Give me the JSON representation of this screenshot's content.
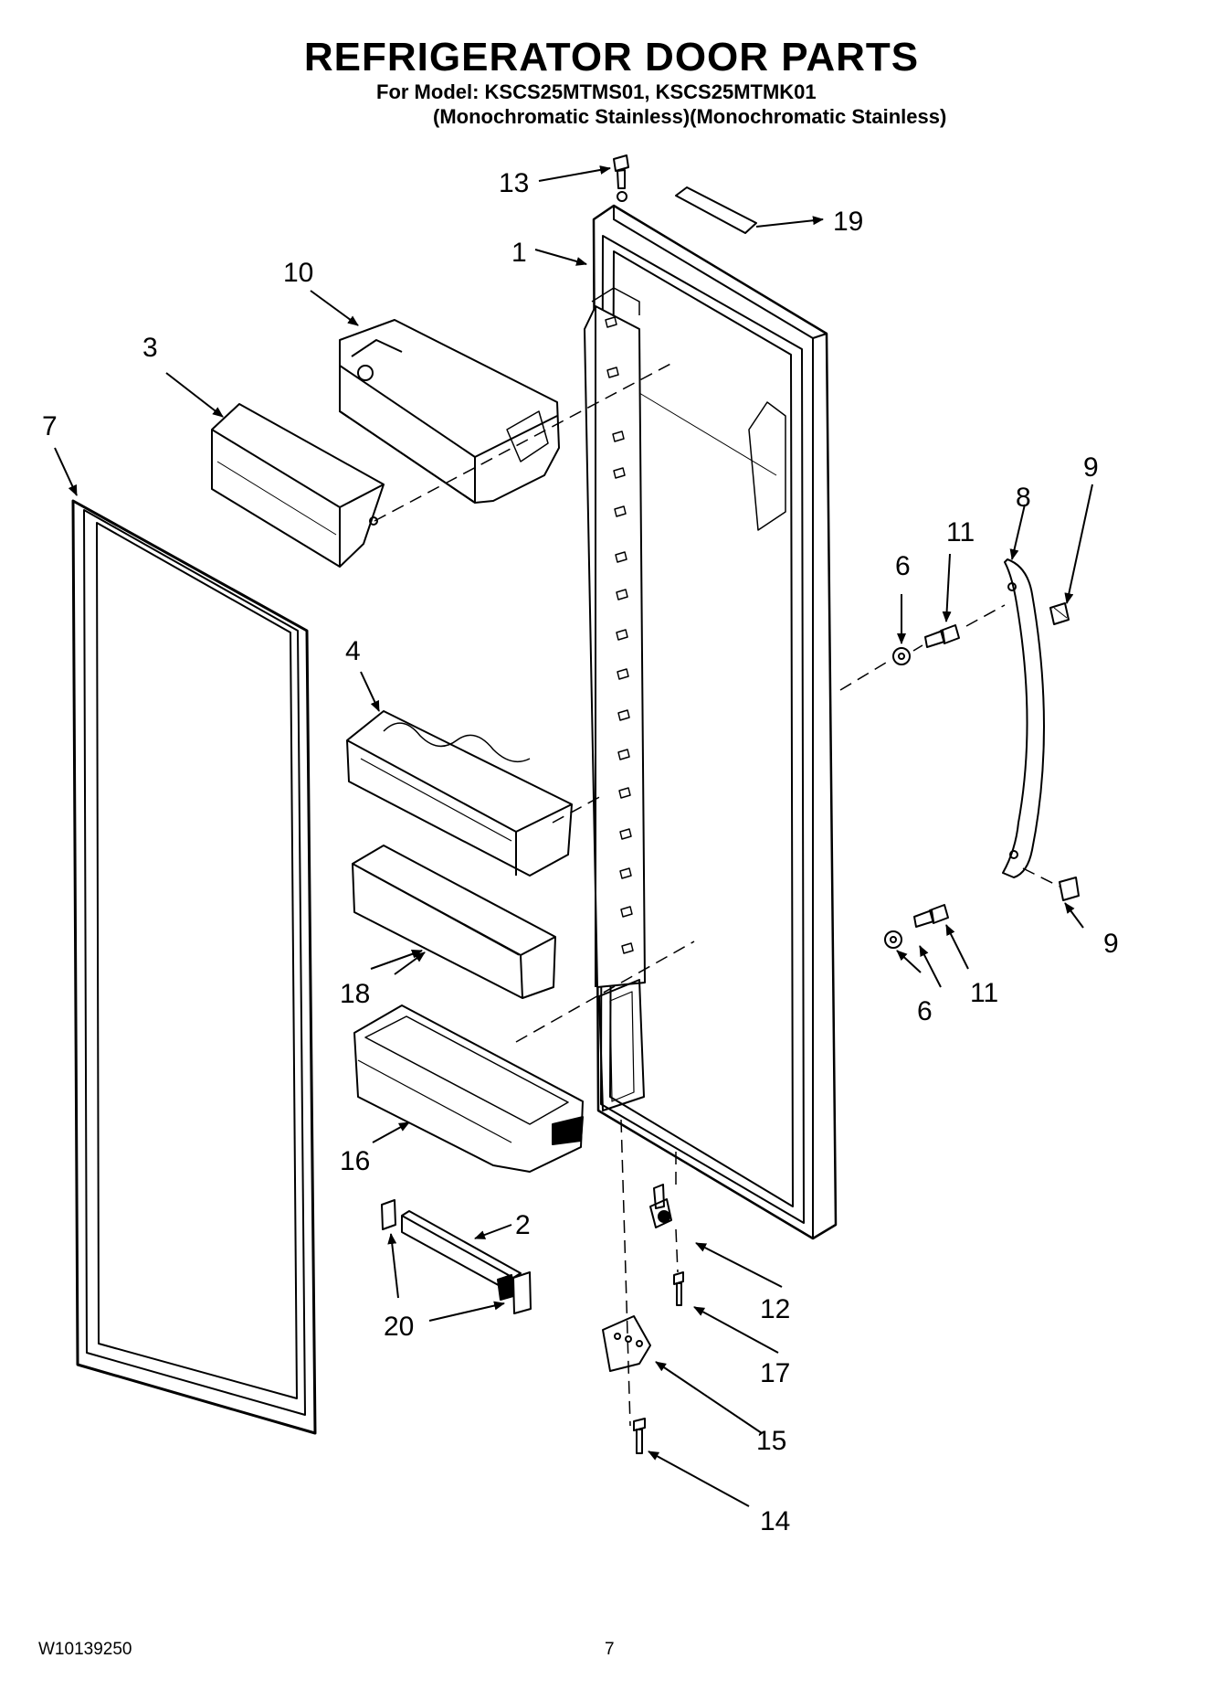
{
  "header": {
    "title": "REFRIGERATOR DOOR PARTS",
    "model_line": "For Model: KSCS25MTMS01, KSCS25MTMK01",
    "finish_line": "(Monochromatic Stainless)(Monochromatic Stainless)"
  },
  "callouts": {
    "c1": "1",
    "c2": "2",
    "c3": "3",
    "c4": "4",
    "c6a": "6",
    "c6b": "6",
    "c7": "7",
    "c8": "8",
    "c9a": "9",
    "c9b": "9",
    "c10": "10",
    "c11a": "11",
    "c11b": "11",
    "c12": "12",
    "c13": "13",
    "c14": "14",
    "c15": "15",
    "c16": "16",
    "c17": "17",
    "c18": "18",
    "c19": "19",
    "c20": "20"
  },
  "footer": {
    "doc_number": "W10139250",
    "page_number": "7"
  }
}
